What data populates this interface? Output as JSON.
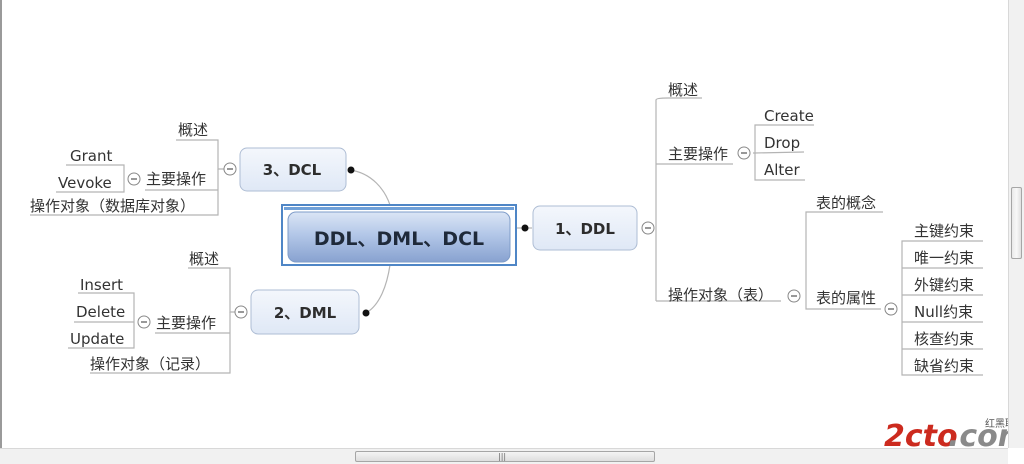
{
  "root": {
    "label": "DDL、DML、DCL"
  },
  "ddl": {
    "label": "1、DDL",
    "overview": "概述",
    "ops": {
      "label": "主要操作",
      "items": [
        "Create",
        "Drop",
        "Alter"
      ]
    },
    "target": {
      "label": "操作对象（表）",
      "concept": "表的概念",
      "attrs": {
        "label": "表的属性",
        "items": [
          "主键约束",
          "唯一约束",
          "外键约束",
          "Null约束",
          "核查约束",
          "缺省约束"
        ]
      }
    }
  },
  "dcl": {
    "label": "3、DCL",
    "overview": "概述",
    "ops": {
      "label": "主要操作",
      "items": [
        "Grant",
        "Vevoke"
      ]
    },
    "target": "操作对象（数据库对象）"
  },
  "dml": {
    "label": "2、DML",
    "overview": "概述",
    "ops": {
      "label": "主要操作",
      "items": [
        "Insert",
        "Delete",
        "Update"
      ]
    },
    "target": "操作对象（记录）"
  },
  "watermark": {
    "main_red": "2cto",
    "main_gray": ".com",
    "side": "红黑联盟"
  },
  "icons": {
    "collapse": "collapse-minus-icon",
    "scroll_grip": "grip-icon"
  },
  "colors": {
    "box_fill_top": "#f4f7fc",
    "box_fill_bottom": "#dfe8f6",
    "box_border": "#a8b8d0",
    "root_fill_top": "#c9d7ef",
    "root_fill_bottom": "#8fa7d2",
    "root_border": "#4a7ab8",
    "line": "#b0b0b0",
    "text": "#333333"
  }
}
